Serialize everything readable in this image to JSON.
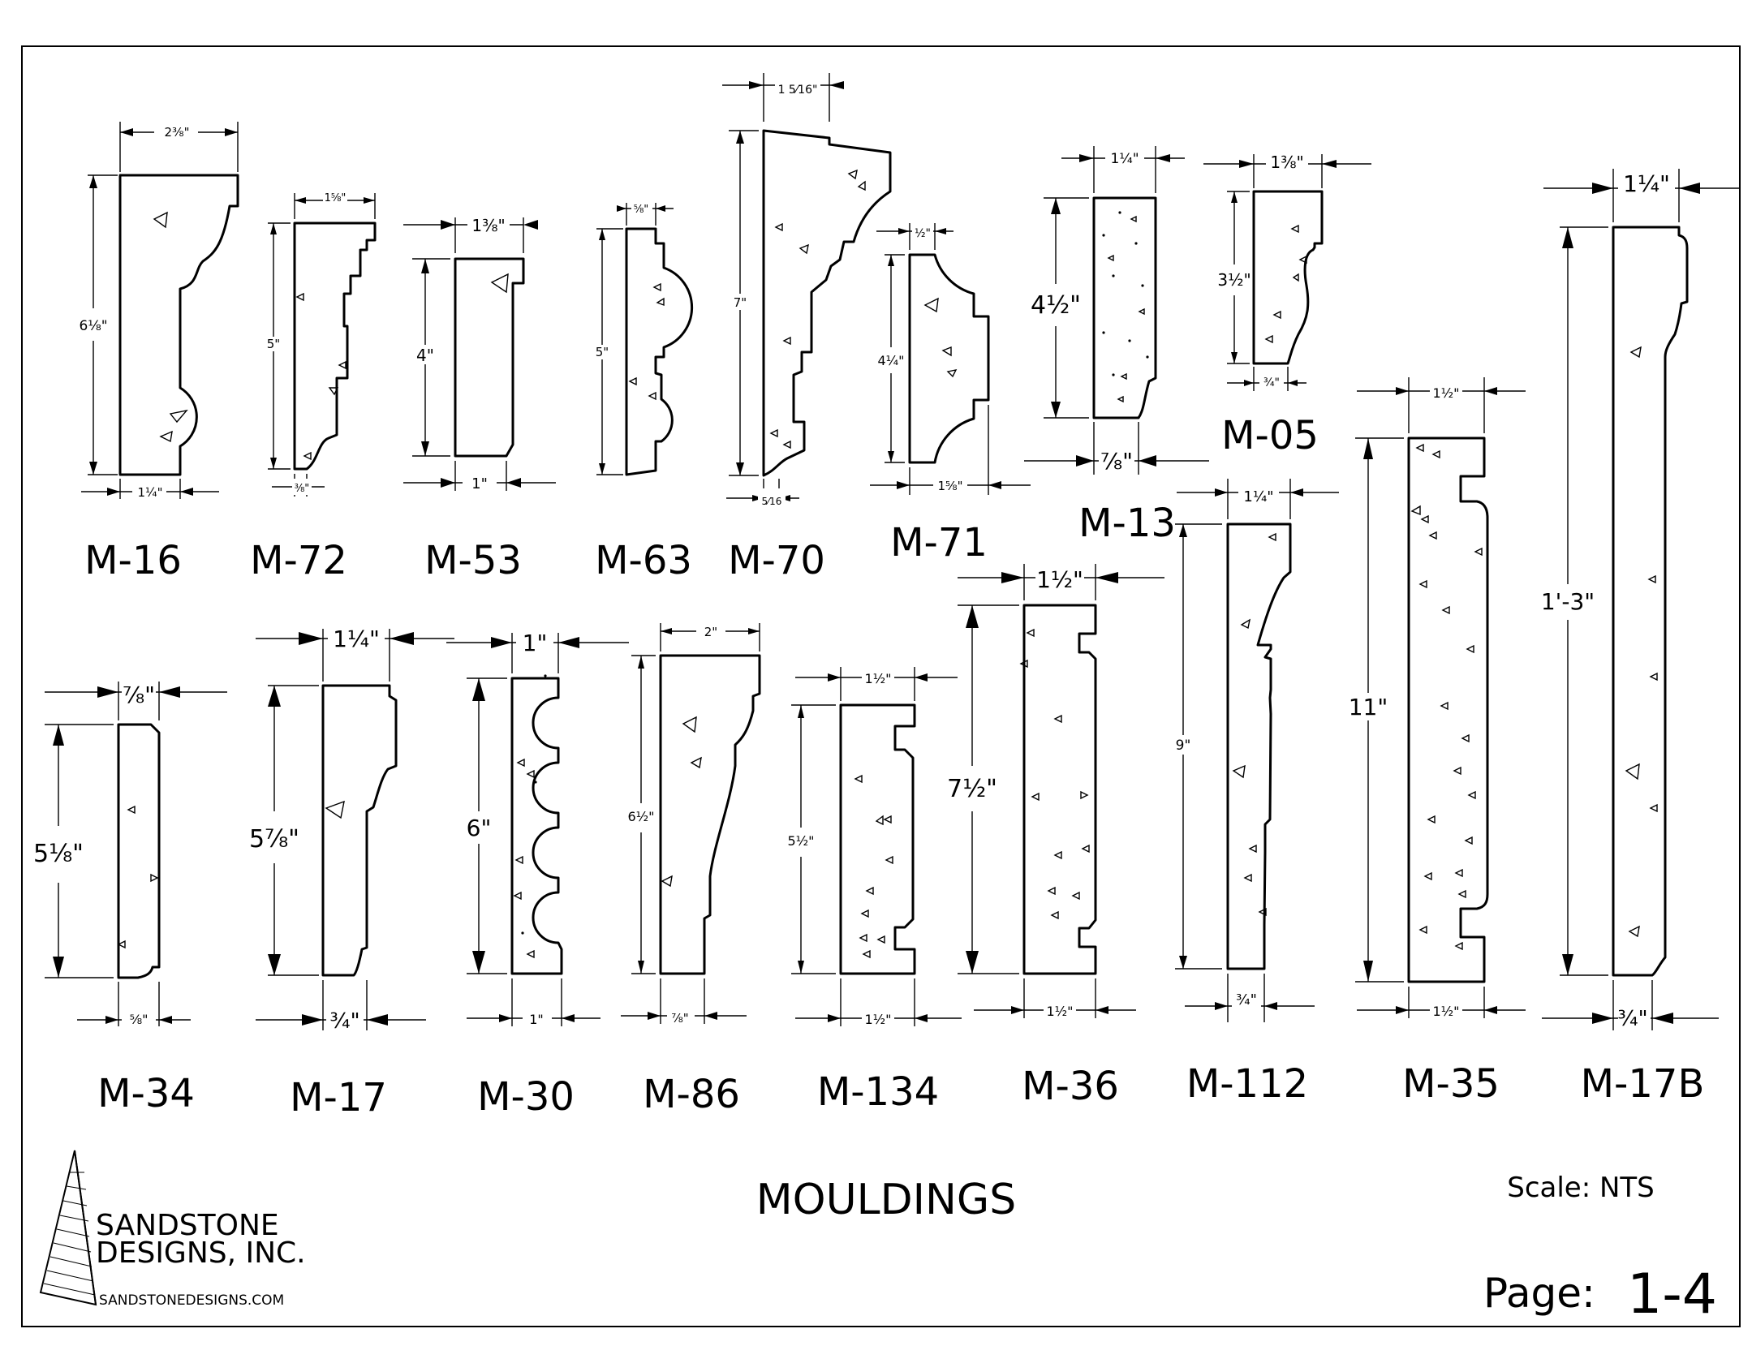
{
  "sheet": {
    "title": "MOULDINGS",
    "scale": "Scale: NTS",
    "page_label": "Page:",
    "page_number": "1-4",
    "company_line1": "SANDSTONE",
    "company_line2": "DESIGNS, INC.",
    "website": "SANDSTONEDESIGNS.COM"
  },
  "mouldings": [
    {
      "id": "M-16",
      "label": "M-16",
      "height": "6⅛\"",
      "width": "2⅜\"",
      "depth": "1¼\""
    },
    {
      "id": "M-72",
      "label": "M-72",
      "height": "5\"",
      "width": "1⅝\"",
      "depth": "⅜\""
    },
    {
      "id": "M-53",
      "label": "M-53",
      "height": "4\"",
      "width": "1⅜\"",
      "depth": "1\""
    },
    {
      "id": "M-63",
      "label": "M-63",
      "height": "5\"",
      "width": "⅝\""
    },
    {
      "id": "M-70",
      "label": "M-70",
      "height": "7\"",
      "width": "1 5⁄16\"",
      "depth": "5⁄16"
    },
    {
      "id": "M-71",
      "label": "M-71",
      "height": "4¼\"",
      "width": "½\"",
      "depth": "1⅝\""
    },
    {
      "id": "M-13",
      "label": "M-13",
      "height": "4½\"",
      "width": "1¼\"",
      "depth": "⅞\""
    },
    {
      "id": "M-05",
      "label": "M-05",
      "height": "3½\"",
      "width": "1⅜\"",
      "depth": "¾\""
    },
    {
      "id": "M-34",
      "label": "M-34",
      "height": "5⅛\"",
      "width": "⅞\"",
      "depth": "⅝\""
    },
    {
      "id": "M-17",
      "label": "M-17",
      "height": "5⅞\"",
      "width": "1¼\"",
      "depth": "¾\""
    },
    {
      "id": "M-30",
      "label": "M-30",
      "height": "6\"",
      "width": "1\"",
      "depth": "1\""
    },
    {
      "id": "M-86",
      "label": "M-86",
      "height": "6½\"",
      "width": "2\"",
      "depth": "⅞\""
    },
    {
      "id": "M-134",
      "label": "M-134",
      "height": "5½\"",
      "width": "1½\"",
      "depth": "1½\""
    },
    {
      "id": "M-36",
      "label": "M-36",
      "height": "7½\"",
      "width": "1½\"",
      "depth": "1½\""
    },
    {
      "id": "M-112",
      "label": "M-112",
      "height": "9\"",
      "width": "1¼\"",
      "depth": "¾\""
    },
    {
      "id": "M-35",
      "label": "M-35",
      "height": "11\"",
      "width": "1½\"",
      "depth": "1½\""
    },
    {
      "id": "M-17B",
      "label": "M-17B",
      "height": "1'-3\"",
      "width": "1¼\"",
      "depth": "¾\""
    }
  ]
}
